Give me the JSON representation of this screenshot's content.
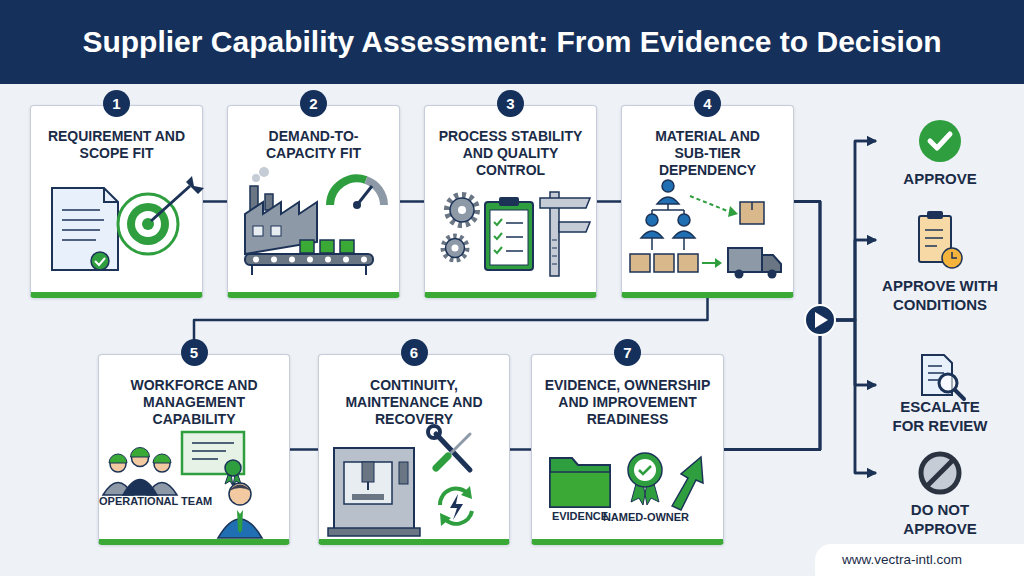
{
  "diagram": {
    "title": "Supplier Capability Assessment: From Evidence to Decision",
    "nodes": [
      {
        "text": [
          "1",
          "REQUIREMENT AND SCOPE FIT"
        ]
      },
      {
        "text": [
          "2",
          "DEMAND-TO-CAPACITY FIT"
        ]
      },
      {
        "text": [
          "3",
          "PROCESS STABILITY AND QUALITY CONTROL"
        ]
      },
      {
        "text": [
          "4",
          "MATERIAL AND SUB-TIER DEPENDENCY"
        ]
      },
      {
        "text": [
          "5",
          "WORKFORCE AND MANAGEMENT CAPABILITY",
          "OPERATIONAL TEAM"
        ]
      },
      {
        "text": [
          "6",
          "CONTINUITY, MAINTENANCE AND RECOVERY"
        ]
      },
      {
        "text": [
          "7",
          "EVIDENCE, OWNERSHIP AND IMPROVEMENT READINESS",
          "EVIDENCE",
          "NAMED-OWNER"
        ]
      },
      {
        "text": [
          "APPROVE"
        ]
      },
      {
        "text": [
          "APPROVE WITH CONDITIONS"
        ]
      },
      {
        "text": [
          "ESCALATE FOR REVIEW"
        ]
      },
      {
        "text": [
          "DO NOT APPROVE"
        ]
      }
    ],
    "edges": [
      {
        "from": 0,
        "to": 1,
        "arrow": "none"
      },
      {
        "from": 1,
        "to": 2,
        "arrow": "none"
      },
      {
        "from": 2,
        "to": 3,
        "arrow": "none"
      },
      {
        "from": 3,
        "to": 4,
        "arrow": "none"
      },
      {
        "from": 4,
        "to": 5,
        "arrow": "none"
      },
      {
        "from": 5,
        "to": 6,
        "arrow": "none"
      },
      {
        "from": 3,
        "to": 7,
        "arrow": "to"
      },
      {
        "from": 3,
        "to": 8,
        "arrow": "to"
      },
      {
        "from": 3,
        "to": 9,
        "arrow": "to"
      },
      {
        "from": 3,
        "to": 10,
        "arrow": "to"
      },
      {
        "from": 6,
        "to": 7,
        "arrow": "to"
      },
      {
        "from": 6,
        "to": 8,
        "arrow": "to"
      },
      {
        "from": 6,
        "to": 9,
        "arrow": "to"
      },
      {
        "from": 6,
        "to": 10,
        "arrow": "to"
      }
    ],
    "labels": [
      "www.vectra-intl.com"
    ]
  }
}
